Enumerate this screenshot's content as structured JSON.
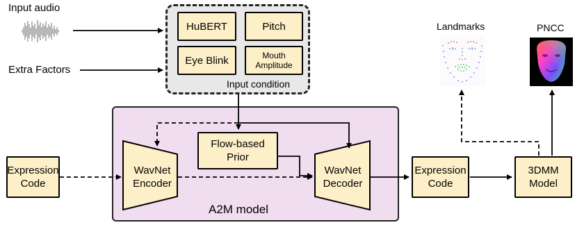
{
  "inputs": {
    "audio_label": "Input audio",
    "extra_label": "Extra Factors"
  },
  "condition": {
    "hubert": "HuBERT",
    "pitch": "Pitch",
    "eye_blink": "Eye Blink",
    "mouth_line1": "Mouth",
    "mouth_line2": "Amplitude",
    "group_label": "Input condition"
  },
  "a2m": {
    "group_label": "A2M model",
    "flow_line1": "Flow-based",
    "flow_line2": "Prior",
    "encoder_line1": "WavNet",
    "encoder_line2": "Encoder",
    "decoder_line1": "WavNet",
    "decoder_line2": "Decoder"
  },
  "expr_in": {
    "line1": "Expression",
    "line2": "Code"
  },
  "expr_out": {
    "line1": "Expression",
    "line2": "Code"
  },
  "model3d": {
    "line1": "3DMM",
    "line2": "Model"
  },
  "outputs": {
    "landmarks_label": "Landmarks",
    "pncc_label": "PNCC"
  }
}
